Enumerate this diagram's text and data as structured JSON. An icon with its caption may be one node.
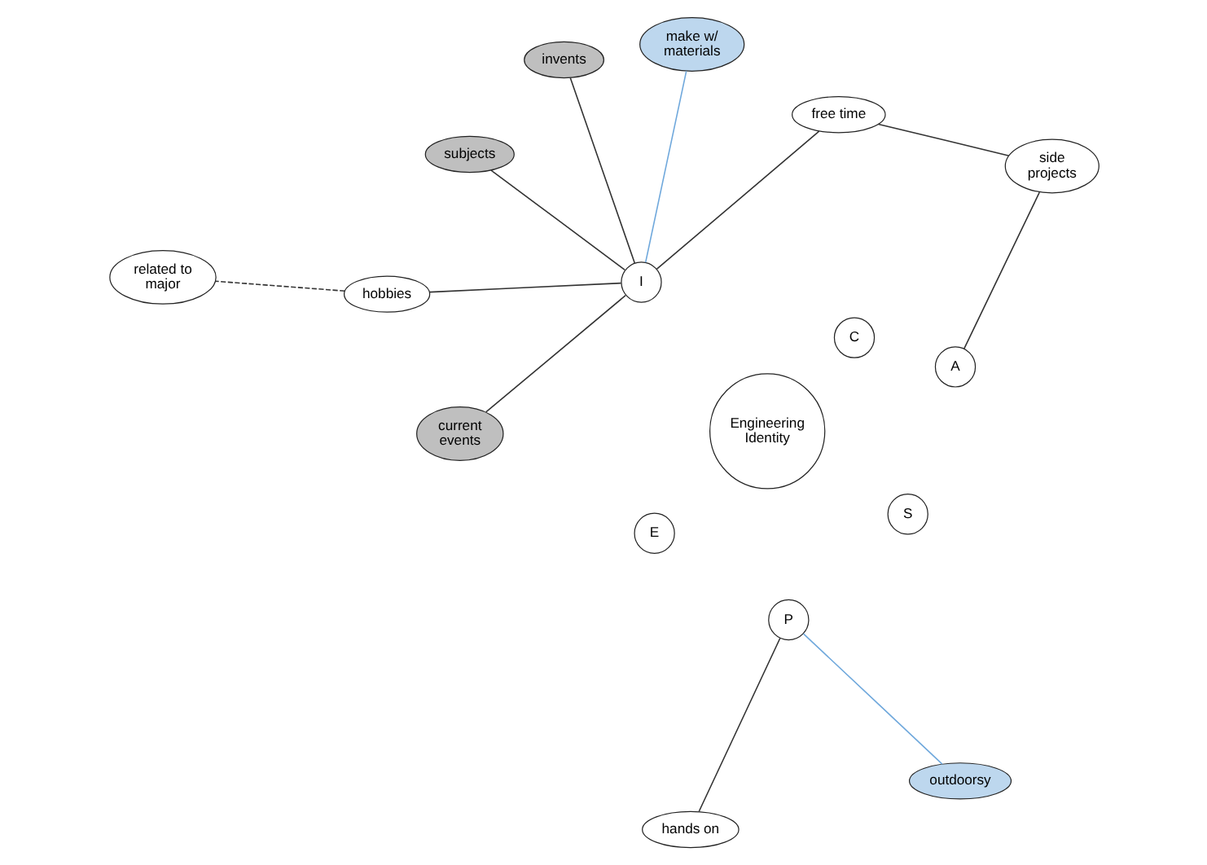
{
  "diagram": {
    "nodes": [
      {
        "text": [
          "related to major"
        ]
      },
      {
        "text": [
          "make w/ materials"
        ]
      },
      {
        "text": [
          "free time"
        ]
      },
      {
        "text": [
          "hobbies"
        ]
      },
      {
        "text": [
          "side projects"
        ]
      },
      {
        "text": [
          "subjects"
        ]
      },
      {
        "text": [
          "E"
        ]
      },
      {
        "text": [
          "A"
        ]
      },
      {
        "text": [
          "I"
        ]
      },
      {
        "text": [
          "current events"
        ]
      },
      {
        "text": [
          "Engineering Identity"
        ]
      },
      {
        "text": [
          "hands on"
        ]
      },
      {
        "text": [
          "P"
        ]
      },
      {
        "text": [
          "C"
        ]
      },
      {
        "text": [
          "invents"
        ]
      },
      {
        "text": [
          "outdoorsy"
        ]
      },
      {
        "text": [
          "S"
        ]
      }
    ],
    "edges": [
      {
        "from": 3,
        "to": 0,
        "arrow": "none",
        "style": "dashed"
      },
      {
        "from": 1,
        "to": 8,
        "arrow": "none",
        "color": "#6fa8dc"
      },
      {
        "from": 2,
        "to": 8,
        "arrow": "none"
      },
      {
        "from": 2,
        "to": 4,
        "arrow": "none"
      },
      {
        "from": 3,
        "to": 8,
        "arrow": "none"
      },
      {
        "from": 5,
        "to": 8,
        "arrow": "none"
      },
      {
        "from": 9,
        "to": 8,
        "arrow": "none"
      },
      {
        "from": 14,
        "to": 8,
        "arrow": "none"
      },
      {
        "from": 4,
        "to": 7,
        "arrow": "none"
      },
      {
        "from": 11,
        "to": 12,
        "arrow": "none"
      },
      {
        "from": 15,
        "to": 12,
        "arrow": "none",
        "color": "#6fa8dc"
      }
    ]
  }
}
